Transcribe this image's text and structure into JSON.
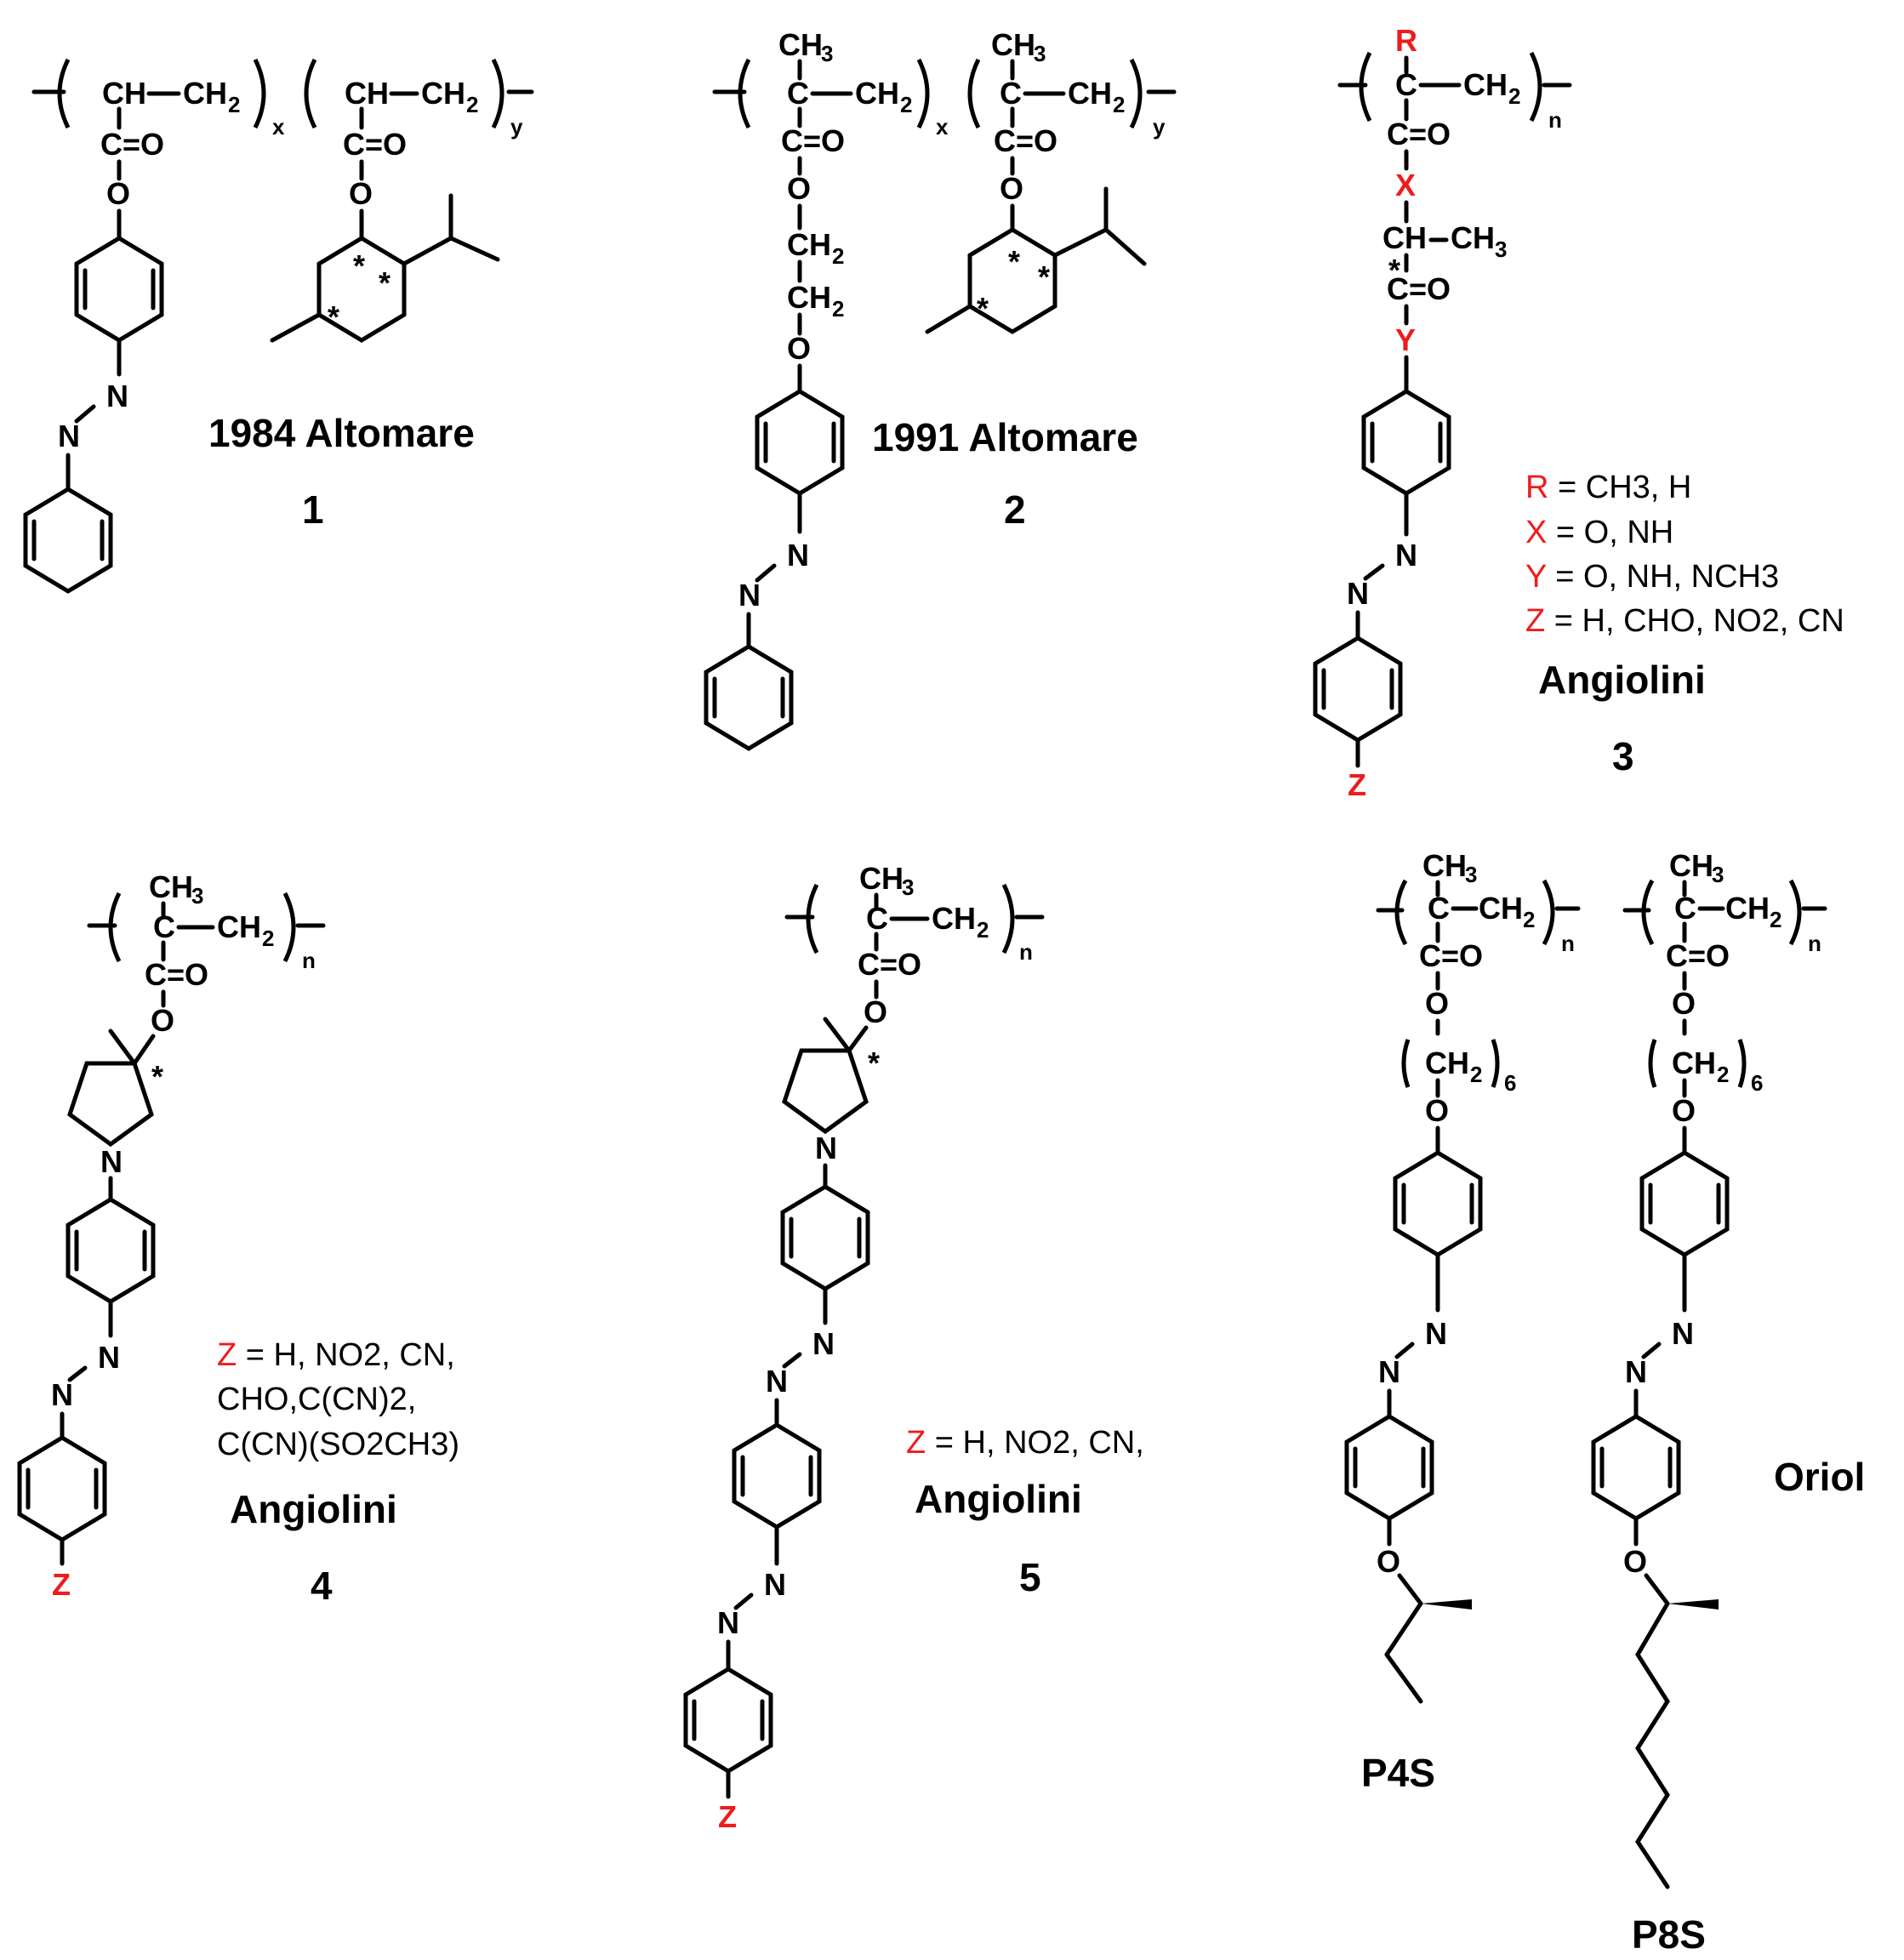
{
  "structures": {
    "s1": {
      "caption": "1984 Altomare",
      "number": "1"
    },
    "s2": {
      "caption": "1991 Altomare",
      "number": "2"
    },
    "s3": {
      "caption": "Angiolini",
      "number": "3",
      "legend": {
        "r": {
          "symbol": "R",
          "text": " = CH3, H"
        },
        "x": {
          "symbol": "X",
          "text": " = O, NH"
        },
        "y": {
          "symbol": "Y",
          "text": " = O, NH, NCH3"
        },
        "z": {
          "symbol": "Z",
          "text": " = H, CHO, NO2, CN"
        }
      }
    },
    "s4": {
      "caption": "Angiolini",
      "number": "4",
      "legend": {
        "symbol": "Z",
        "line1": " = H, NO2, CN,",
        "line2": "CHO,C(CN)2,",
        "line3": "C(CN)(SO2CH3)"
      }
    },
    "s5": {
      "caption": "Angiolini",
      "number": "5",
      "legend": {
        "symbol": "Z",
        "line1": " = H, NO2, CN,"
      }
    },
    "s6": {
      "caption": "Oriol",
      "name_a": "P4S",
      "name_b": "P8S"
    }
  },
  "atoms": {
    "ch": "CH",
    "ch2": "CH",
    "ch3": "CH",
    "c": "C",
    "o": "O",
    "n": "N",
    "co": "C=O",
    "r": "R",
    "x": "X",
    "y": "Y",
    "z": "Z",
    "sub2": "2",
    "sub3": "3",
    "sub6": "6",
    "x_idx": "x",
    "y_idx": "y",
    "n_idx": "n",
    "star": "*"
  },
  "colors": {
    "accent": "#ee1c1c",
    "ink": "#000000",
    "background": "#ffffff"
  }
}
